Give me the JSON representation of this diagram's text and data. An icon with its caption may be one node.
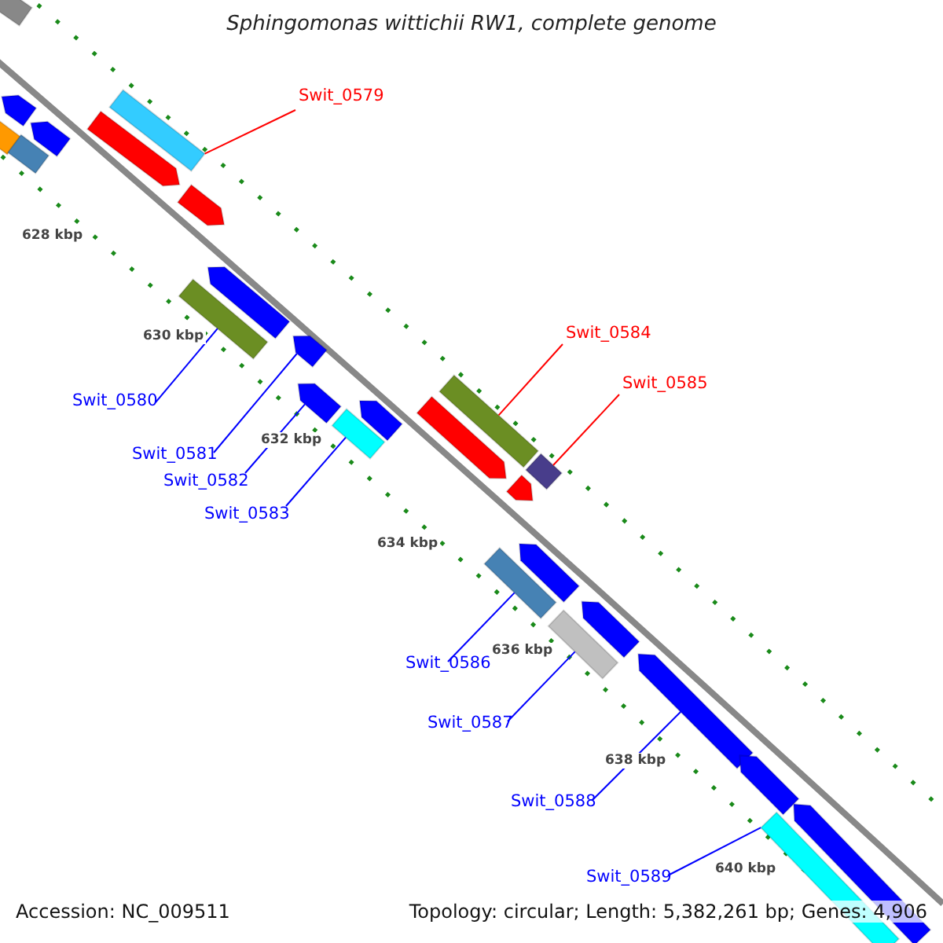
{
  "diagram": {
    "title": "Sphingomonas wittichii RW1, complete genome",
    "nodes": [
      {
        "text": [
          "Swit_0579"
        ]
      },
      {
        "text": [
          "Swit_0580"
        ]
      },
      {
        "text": [
          "Swit_0581"
        ]
      },
      {
        "text": [
          "Swit_0582"
        ]
      },
      {
        "text": [
          "Swit_0583"
        ]
      },
      {
        "text": [
          "Swit_0584"
        ]
      },
      {
        "text": [
          "Swit_0585"
        ]
      },
      {
        "text": [
          "Swit_0586"
        ]
      },
      {
        "text": [
          "Swit_0587"
        ]
      },
      {
        "text": [
          "Swit_0588"
        ]
      },
      {
        "text": [
          "Swit_0589"
        ]
      },
      {
        "text": [],
        "shape": "bar"
      },
      {
        "text": [],
        "shape": "bar"
      },
      {
        "text": [],
        "shape": "arrow"
      },
      {
        "text": [],
        "shape": "arrow"
      },
      {
        "text": [],
        "shape": "bar"
      },
      {
        "text": [],
        "shape": "bar"
      },
      {
        "text": [],
        "shape": "bar"
      },
      {
        "text": [],
        "shape": "bar"
      },
      {
        "text": [],
        "shape": "bar"
      },
      {
        "text": [],
        "shape": "arrow"
      },
      {
        "text": [],
        "shape": "bar"
      },
      {
        "text": [],
        "shape": "bar"
      },
      {
        "text": [],
        "shape": "arrow"
      },
      {
        "text": [],
        "shape": "arrow"
      },
      {
        "text": [],
        "shape": "bar"
      },
      {
        "text": [],
        "shape": "bar"
      },
      {
        "text": [],
        "shape": "arrow"
      },
      {
        "text": [],
        "shape": "arrow"
      },
      {
        "text": [],
        "shape": "arrow"
      },
      {
        "text": [],
        "shape": "arrow"
      },
      {
        "text": [],
        "shape": "arrow"
      },
      {
        "text": [],
        "shape": "arrow"
      },
      {
        "text": [],
        "shape": "arrow"
      },
      {
        "text": [],
        "shape": "arrow"
      },
      {
        "text": [],
        "shape": "arrow"
      },
      {
        "text": [],
        "shape": "arrow"
      }
    ],
    "edges": [
      {
        "from": 0,
        "to": 11,
        "arrow": "none",
        "color": "#ff0000"
      },
      {
        "from": 1,
        "to": 12,
        "arrow": "none"
      },
      {
        "from": 2,
        "to": 13,
        "arrow": "none"
      },
      {
        "from": 3,
        "to": 14,
        "arrow": "none"
      },
      {
        "from": 4,
        "to": 15,
        "arrow": "none"
      },
      {
        "from": 5,
        "to": 16,
        "arrow": "none",
        "color": "#ff0000"
      },
      {
        "from": 6,
        "to": 17,
        "arrow": "none",
        "color": "#ff0000"
      },
      {
        "from": 7,
        "to": 18,
        "arrow": "none"
      },
      {
        "from": 8,
        "to": 19,
        "arrow": "none"
      },
      {
        "from": 9,
        "to": 20,
        "arrow": "none"
      },
      {
        "from": 10,
        "to": 21,
        "arrow": "none"
      }
    ],
    "labels": [
      "628 kbp",
      "630 kbp",
      "632 kbp",
      "634 kbp",
      "636 kbp",
      "638 kbp",
      "640 kbp",
      "Accession: NC_009511",
      "Topology: circular; Length: 5,382,261 bp; Genes: 4,906"
    ]
  }
}
